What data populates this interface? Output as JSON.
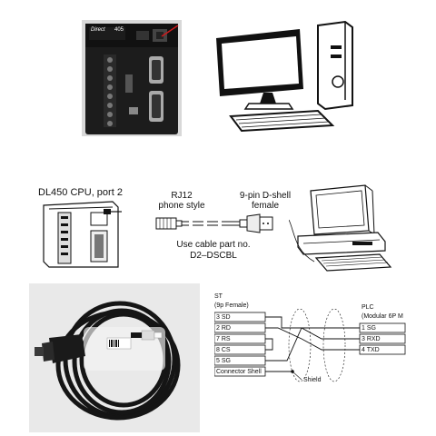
{
  "plc_photo": {
    "brand": "Direct",
    "model": "405"
  },
  "cable_diagram": {
    "cpu_label": "DL450 CPU, port 2",
    "rj12_label_line1": "RJ12",
    "rj12_label_line2": "phone style",
    "dshell_label_line1": "9-pin D-shell",
    "dshell_label_line2": "female",
    "cable_label_line1": "Use cable part no.",
    "cable_label_line2": "D2–DSCBL"
  },
  "wiring": {
    "st_title_line1": "ST",
    "st_title_line2": "(9p Female)",
    "st_pins": [
      "3 SD",
      "2 RD",
      "7 RS",
      "8 CS",
      "5 SG",
      "Connector Shell"
    ],
    "plc_title_line1": "PLC",
    "plc_title_line2": "(Modular 6P M",
    "plc_pins": [
      "1 SG",
      "3 RXD",
      "4 TXD"
    ],
    "shield_label": "Shield"
  },
  "colors": {
    "plc_body": "#1c1c1c",
    "photo_bg": "#e9e9e9",
    "cable": "#151515",
    "line": "#111111"
  }
}
